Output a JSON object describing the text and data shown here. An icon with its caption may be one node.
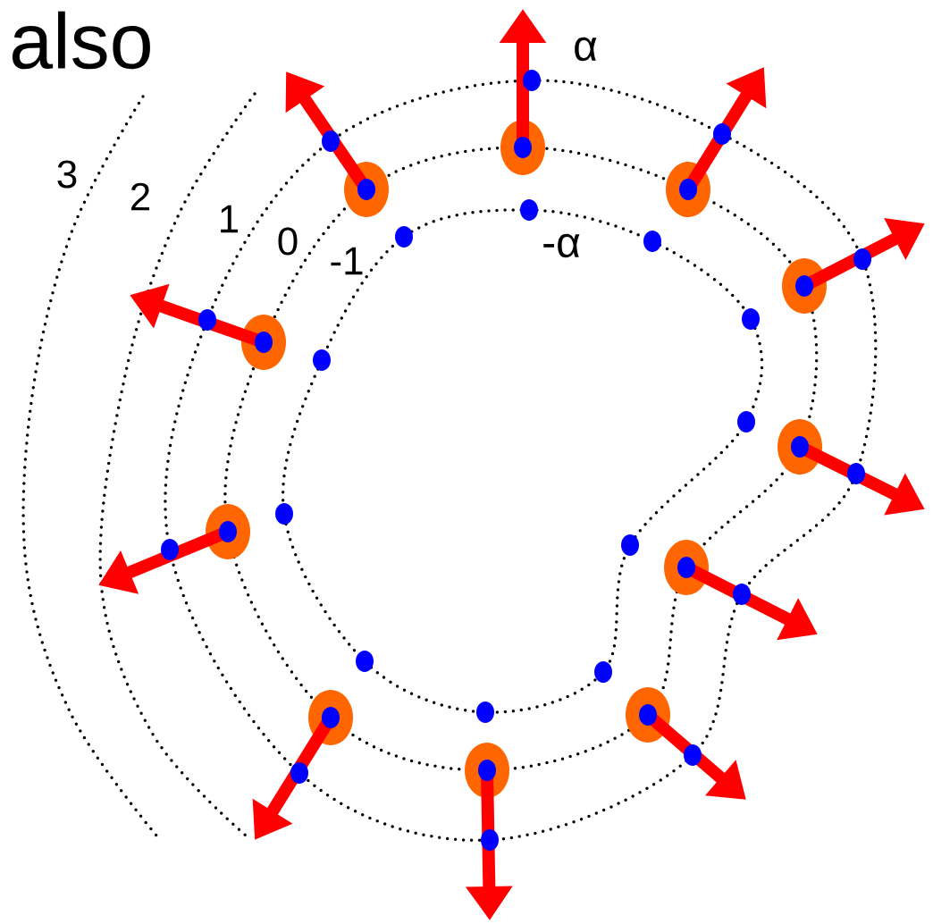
{
  "diagram": {
    "labels": [
      "also",
      "α",
      "-α",
      "3",
      "2",
      "1",
      "0",
      "-1"
    ]
  }
}
